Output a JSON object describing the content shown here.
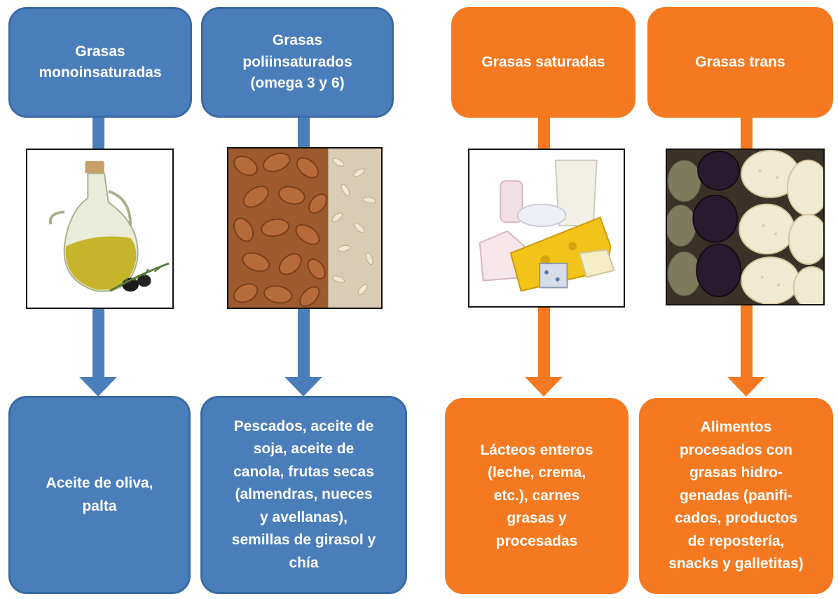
{
  "columns": [
    {
      "id": "mono",
      "theme": "blue",
      "header": "Grasas\nmonoinsaturadas",
      "image": "olive-oil-jar-icon",
      "foods": "Aceite de oliva,\npalta"
    },
    {
      "id": "poly",
      "theme": "blue",
      "header": "Grasas\npoliinsaturados\n(omega 3 y 6)",
      "image": "almonds-and-seeds-icon",
      "foods": "Pescados, aceite de\nsoja,  aceite de\ncanola, frutas secas\n(almendras, nueces\ny avellanas),\nsemillas de girasol y\nchía"
    },
    {
      "id": "sat",
      "theme": "orange",
      "header": "Grasas saturadas",
      "image": "dairy-and-cheese-icon",
      "foods": "Lácteos enteros\n(leche, crema,\netc.), carnes\ngrasas y\nprocesadas"
    },
    {
      "id": "trans",
      "theme": "orange",
      "header": "Grasas trans",
      "image": "cookies-and-crackers-icon",
      "foods": "Alimentos\nprocesados con\ngrasas hidro-\ngenadas (panifi-\ncados, productos\nde repostería,\nsnacks y galletitas)"
    }
  ],
  "colors": {
    "blue": "#4a7ebb",
    "orange": "#f47920"
  }
}
